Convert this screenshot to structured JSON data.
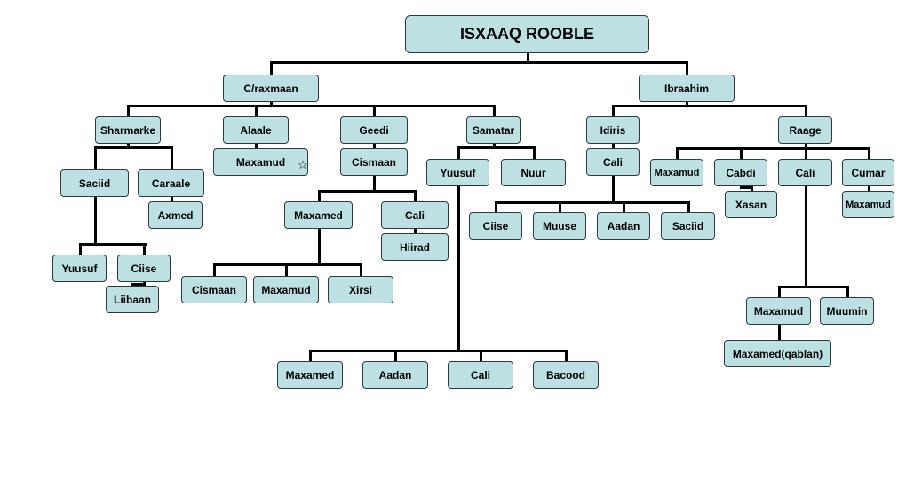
{
  "chart_data": {
    "type": "tree",
    "root": {
      "name": "ISXAAQ ROOBLE",
      "children": [
        {
          "name": "C/raxmaan",
          "children": [
            {
              "name": "Sharmarke",
              "children": [
                {
                  "name": "Saciid",
                  "children": [
                    {
                      "name": "Yuusuf"
                    },
                    {
                      "name": "Ciise",
                      "children": [
                        {
                          "name": "Liibaan"
                        }
                      ]
                    }
                  ]
                },
                {
                  "name": "Caraale",
                  "children": [
                    {
                      "name": "Axmed"
                    }
                  ]
                }
              ]
            },
            {
              "name": "Alaale",
              "children": [
                {
                  "name": "Maxamud"
                }
              ]
            },
            {
              "name": "Geedi",
              "children": [
                {
                  "name": "Cismaan",
                  "children": [
                    {
                      "name": "Maxamed",
                      "children": [
                        {
                          "name": "Cismaan"
                        },
                        {
                          "name": "Maxamud"
                        },
                        {
                          "name": "Xirsi"
                        }
                      ]
                    },
                    {
                      "name": "Cali",
                      "children": [
                        {
                          "name": "Hiirad"
                        }
                      ]
                    }
                  ]
                }
              ]
            },
            {
              "name": "Samatar",
              "children": [
                {
                  "name": "Yuusuf",
                  "children": [
                    {
                      "name": "Maxamed"
                    },
                    {
                      "name": "Aadan"
                    },
                    {
                      "name": "Cali"
                    },
                    {
                      "name": "Bacood"
                    }
                  ]
                },
                {
                  "name": "Nuur"
                }
              ]
            }
          ]
        },
        {
          "name": "Ibraahim",
          "children": [
            {
              "name": "Idiris",
              "children": [
                {
                  "name": "Cali",
                  "children": [
                    {
                      "name": "Ciise"
                    },
                    {
                      "name": "Muuse"
                    },
                    {
                      "name": "Aadan"
                    },
                    {
                      "name": "Saciid"
                    }
                  ]
                }
              ]
            },
            {
              "name": "Raage",
              "children": [
                {
                  "name": "Maxamud"
                },
                {
                  "name": "Cabdi",
                  "children": [
                    {
                      "name": "Xasan"
                    }
                  ]
                },
                {
                  "name": "Cali",
                  "children": [
                    {
                      "name": "Maxamud",
                      "children": [
                        {
                          "name": "Maxamed(qablan)"
                        }
                      ]
                    },
                    {
                      "name": "Muumin"
                    }
                  ]
                },
                {
                  "name": "Cumar",
                  "children": [
                    {
                      "name": "Maxamud"
                    }
                  ]
                }
              ]
            }
          ]
        }
      ]
    }
  }
}
